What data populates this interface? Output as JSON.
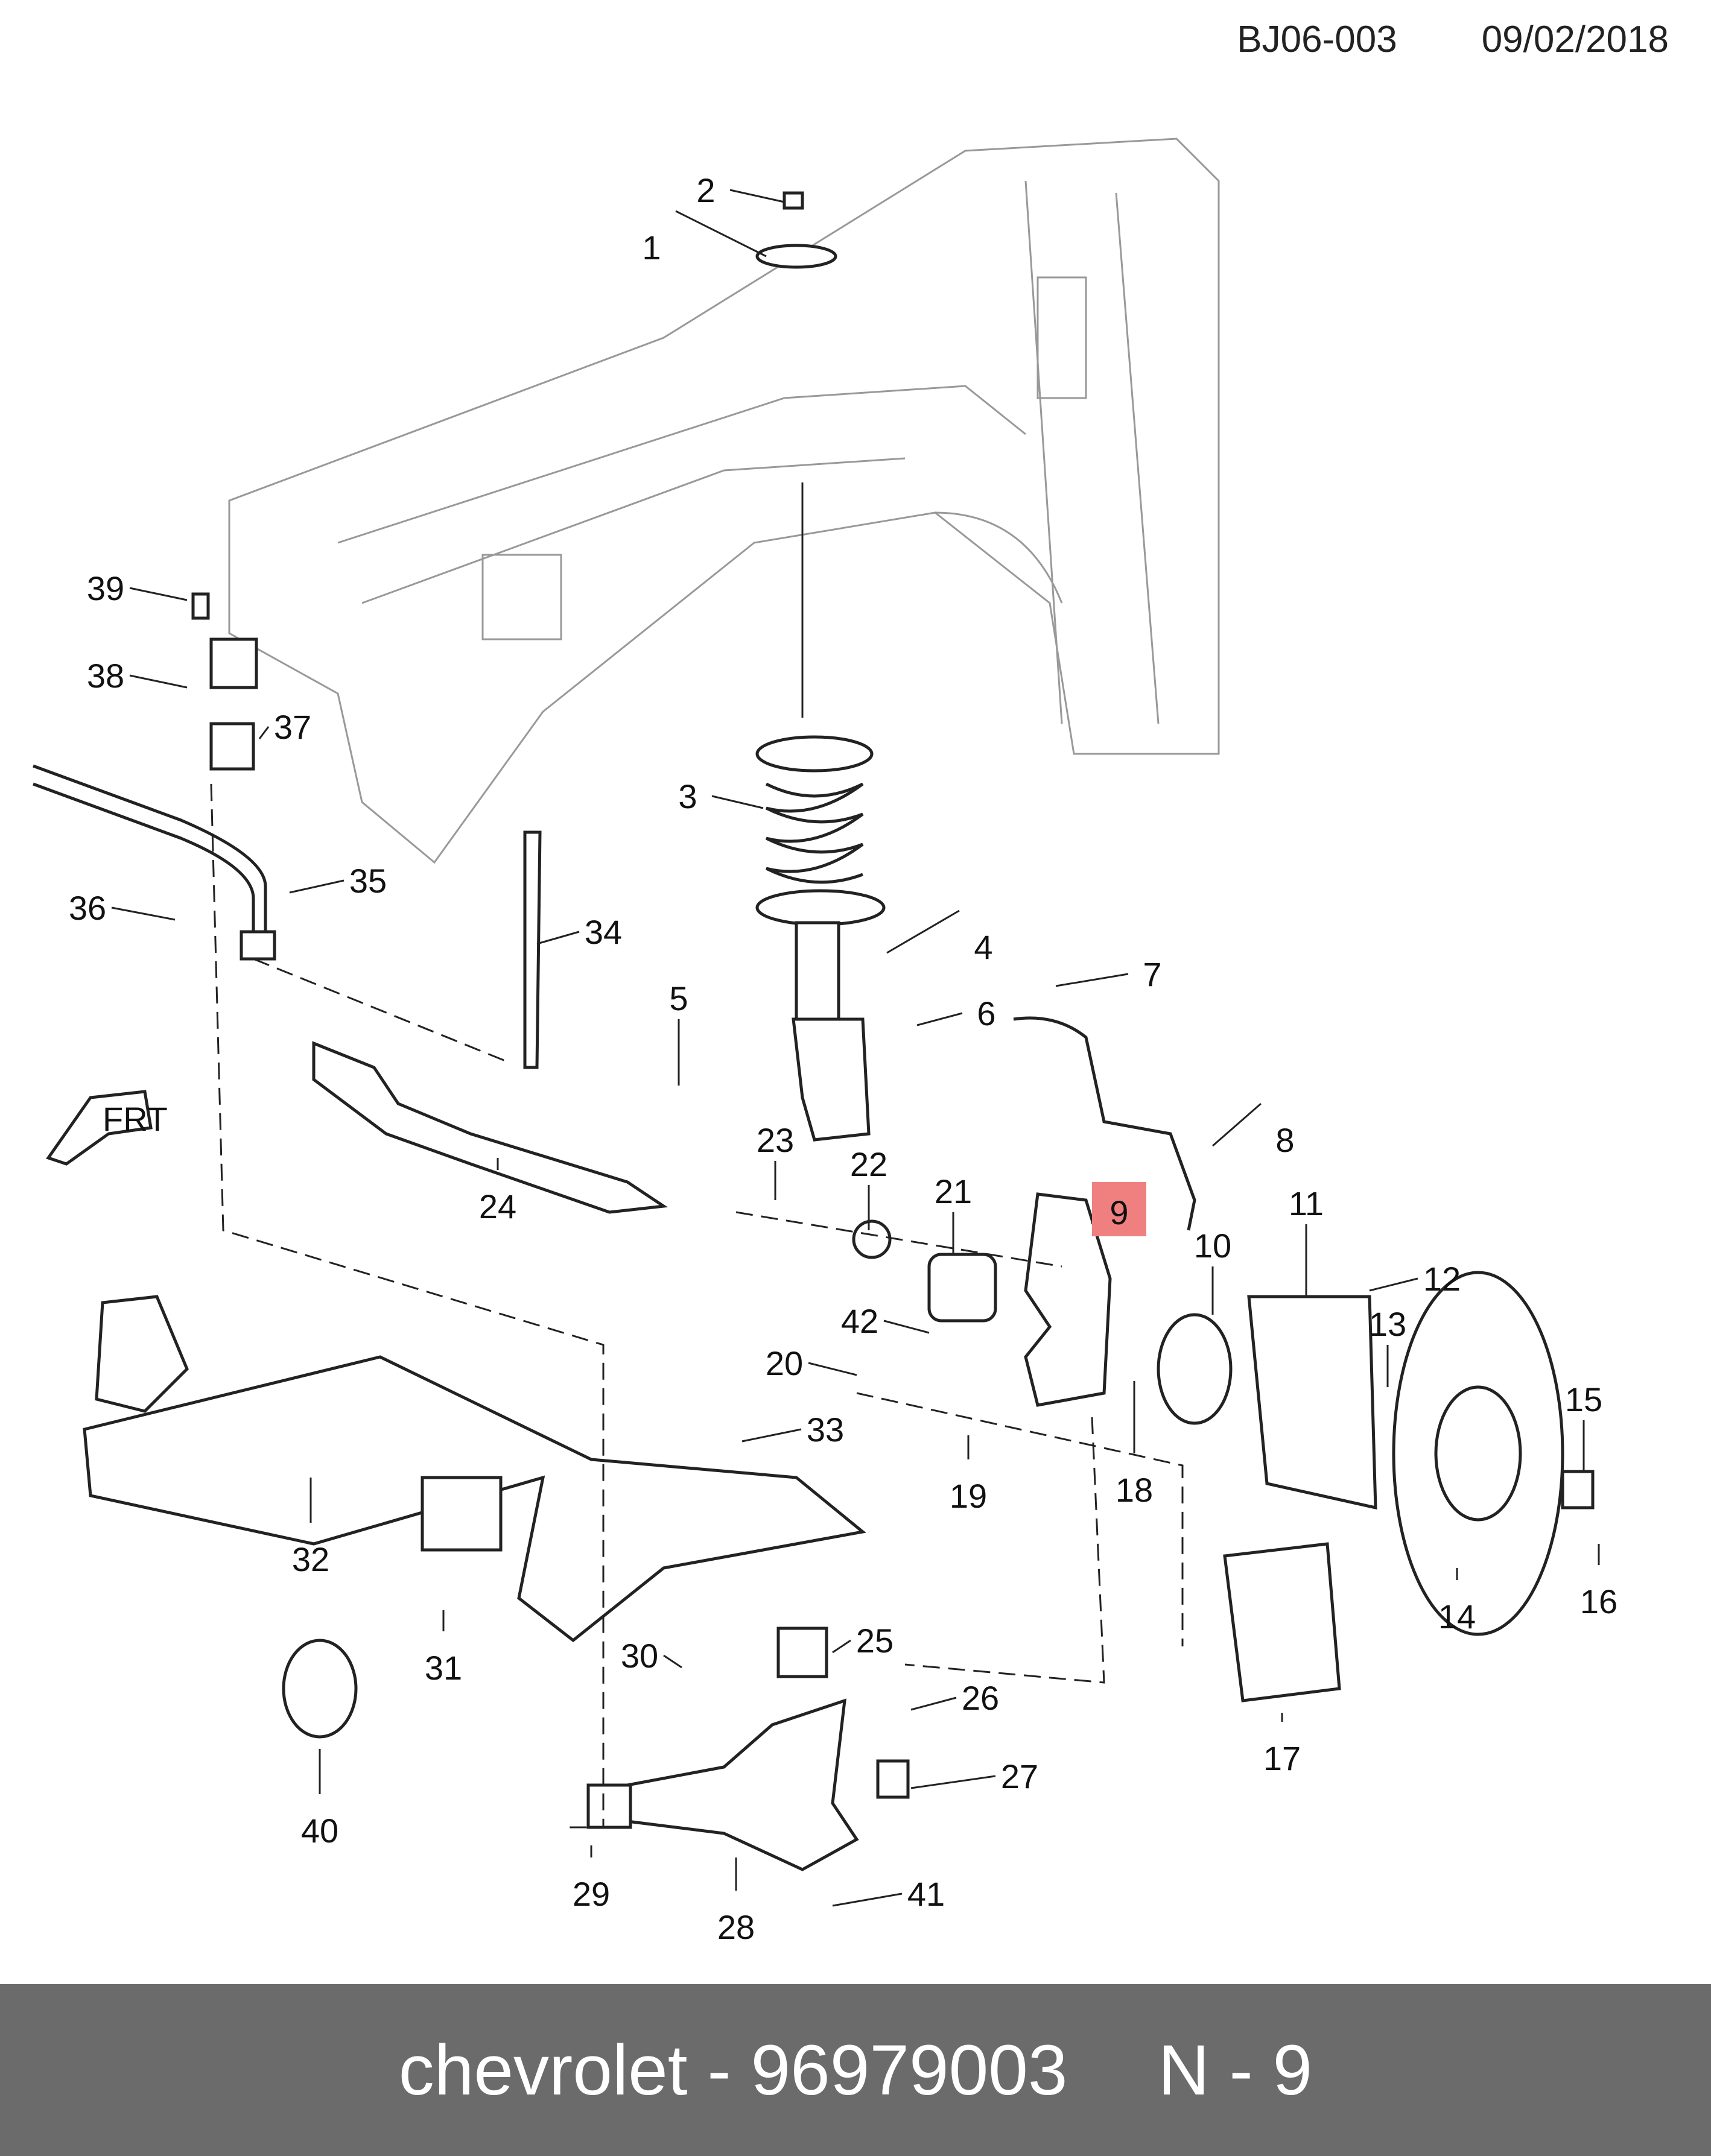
{
  "header": {
    "code": "BJ06-003",
    "date": "09/02/2018"
  },
  "footer": {
    "title": "chevrolet - 96979003",
    "page": "N - 9"
  },
  "highlight_color": "#f08080",
  "diagram": {
    "callouts": [
      "1",
      "2",
      "3",
      "4",
      "5",
      "6",
      "7",
      "8",
      "9",
      "10",
      "11",
      "12",
      "13",
      "14",
      "15",
      "16",
      "17",
      "18",
      "19",
      "20",
      "21",
      "22",
      "23",
      "24",
      "25",
      "26",
      "27",
      "28",
      "29",
      "30",
      "31",
      "32",
      "33",
      "34",
      "35",
      "36",
      "37",
      "38",
      "39",
      "40",
      "41",
      "42"
    ],
    "highlighted": "9",
    "direction_label": "FRT"
  }
}
